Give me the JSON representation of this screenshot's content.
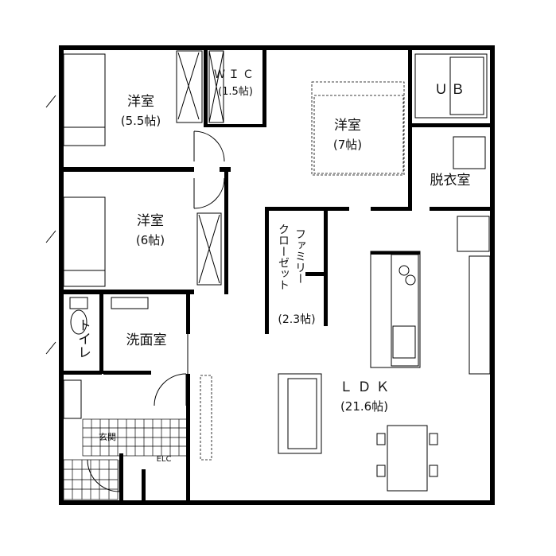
{
  "rooms": {
    "bedroom1": {
      "name": "洋室",
      "size": "(5.5帖)"
    },
    "wic": {
      "name": "ＷＩＣ",
      "size": "(1.5帖)"
    },
    "bedroom_main": {
      "name": "洋室",
      "size": "(7帖)"
    },
    "bath": {
      "name": "ＵＢ"
    },
    "dressing": {
      "name": "脱衣室"
    },
    "bedroom2": {
      "name": "洋室",
      "size": "(6帖)"
    },
    "family_closet": {
      "name1": "ファミリー",
      "name2": "クローゼット",
      "size": "(2.3帖)"
    },
    "toilet": {
      "name": "トイレ"
    },
    "washroom": {
      "name": "洗面室"
    },
    "ldk": {
      "name": "ＬＤＫ",
      "size": "(21.6帖)"
    },
    "entrance": {
      "name": "玄関"
    },
    "elc": {
      "name": "ELC"
    }
  }
}
